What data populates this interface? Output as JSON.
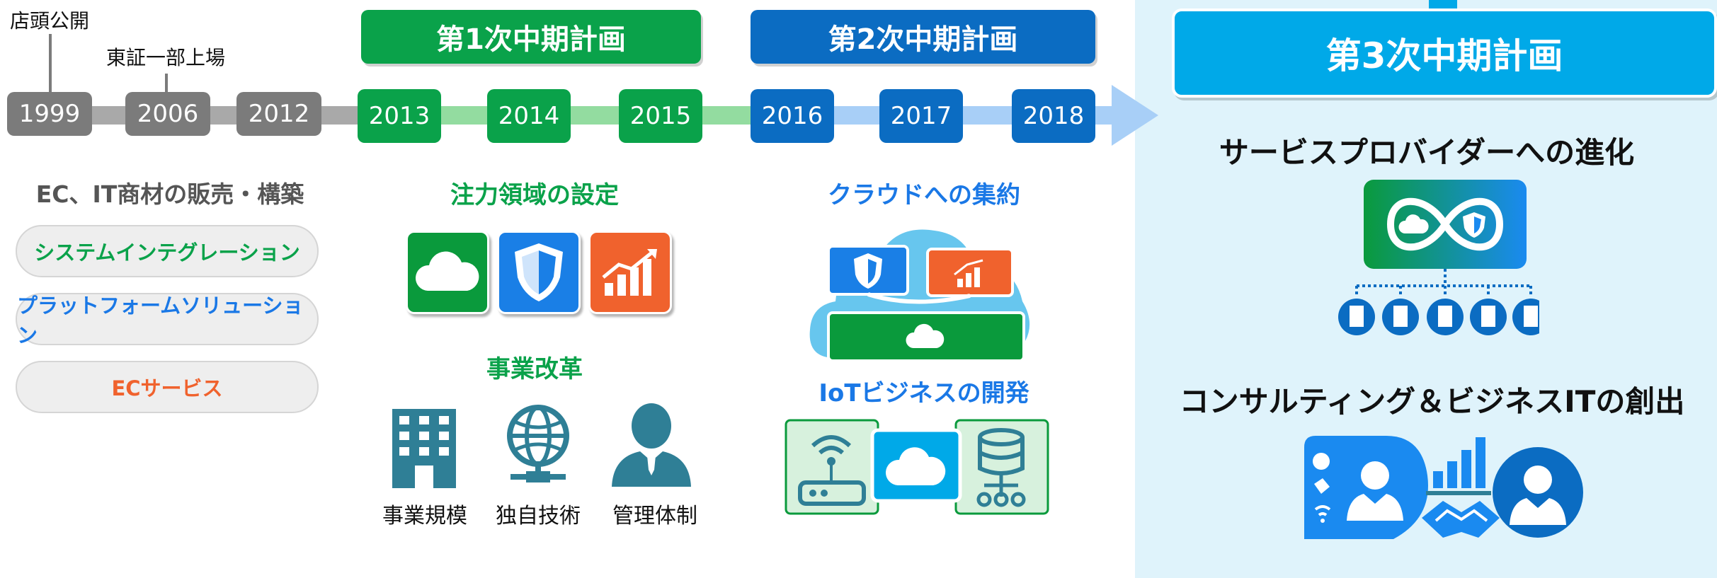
{
  "timeline": {
    "ipo_label": "店頭公開",
    "listing_label": "東証一部上場",
    "years": [
      "1999",
      "2006",
      "2012",
      "2013",
      "2014",
      "2015",
      "2016",
      "2017",
      "2018"
    ]
  },
  "plans": {
    "plan1": "第1次中期計画",
    "plan2": "第2次中期計画",
    "plan3": "第3次中期計画"
  },
  "left": {
    "heading": "EC、IT商材の販売・構築",
    "pills": [
      "システムインテグレーション",
      "プラットフォームソリューション",
      "ECサービス"
    ]
  },
  "mid1": {
    "focus_heading": "注力領域の設定",
    "reform_heading": "事業改革",
    "captions": [
      "事業規模",
      "独自技術",
      "管理体制"
    ]
  },
  "mid2": {
    "cloud_heading": "クラウドへの集約",
    "iot_heading": "IoTビジネスの開発"
  },
  "right": {
    "service_heading": "サービスプロバイダーへの進化",
    "consult_heading": "コンサルティング＆ビジネスITの創出"
  },
  "colors": {
    "green": "#0aa24a",
    "blue": "#0b6cc2",
    "sky": "#00a9e8",
    "orange": "#f0622d",
    "gray": "#7b7b7b",
    "teal": "#2f7f96",
    "panel": "#dff3fb"
  }
}
